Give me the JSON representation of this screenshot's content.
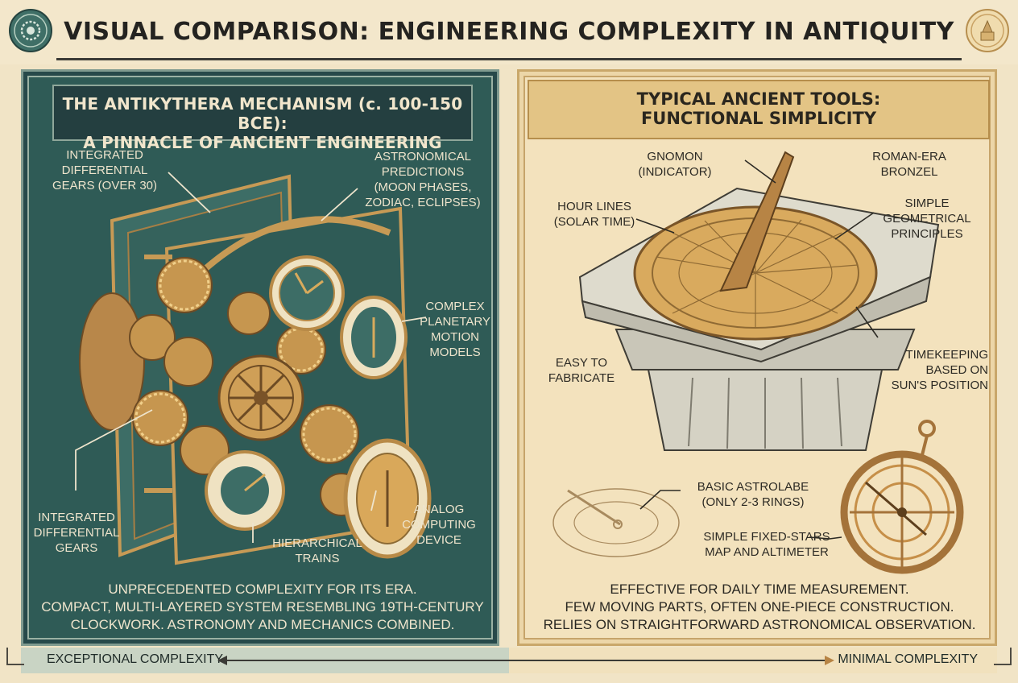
{
  "header": {
    "title": "VISUAL COMPARISON: ENGINEERING COMPLEXITY IN ANTIQUITY",
    "left_medallion_icon": "gear-medallion-icon",
    "right_medallion_icon": "sundial-medallion-icon"
  },
  "left_panel": {
    "title_line1": "THE ANTIKYTHERA MECHANISM (c. 100-150 BCE):",
    "title_line2": "A PINNACLE OF ANCIENT ENGINEERING",
    "labels": {
      "gears_top": [
        "INTEGRATED",
        "DIFFERENTIAL",
        "GEARS (OVER 30)"
      ],
      "astro": [
        "ASTRONOMICAL",
        "PREDICTIONS",
        "(MOON PHASES,",
        "ZODIAC, ECLIPSES)"
      ],
      "planetary": [
        "COMPLEX",
        "PLANETARY",
        "MOTION",
        "MODELS"
      ],
      "gears_bottom": [
        "INTEGRATED",
        "DIFFERENTIAL",
        "GEARS"
      ],
      "trains": [
        "HIERARCHICAL",
        "TRAINS"
      ],
      "analog": [
        "ANALOG",
        "COMPUTING",
        "DEVICE"
      ]
    },
    "summary": [
      "UNPRECEDENTED COMPLEXITY FOR ITS ERA.",
      "COMPACT, MULTI-LAYERED SYSTEM RESEMBLING 19TH-CENTURY",
      "CLOCKWORK. ASTRONOMY AND MECHANICS COMBINED."
    ]
  },
  "right_panel": {
    "title_line1": "TYPICAL ANCIENT TOOLS:",
    "title_line2": "FUNCTIONAL SIMPLICITY",
    "labels": {
      "gnomon": [
        "GNOMON",
        "(INDICATOR)"
      ],
      "roman": [
        "ROMAN-ERA",
        "BRONZEL"
      ],
      "hour": [
        "HOUR LINES",
        "(SOLAR TIME)"
      ],
      "geom": [
        "SIMPLE",
        "GEOMETRICAL",
        "PRINCIPLES"
      ],
      "easy": [
        "EASY TO",
        "FABRICATE"
      ],
      "timekeeping": [
        "TIMEKEEPING",
        "BASED ON",
        "SUN'S POSITION"
      ],
      "astrolabe": [
        "BASIC ASTROLABE",
        "(ONLY 2-3 RINGS)"
      ],
      "stars": [
        "SIMPLE FIXED-STARS",
        "MAP AND ALTIMETER"
      ]
    },
    "summary": [
      "EFFECTIVE FOR DAILY TIME MEASUREMENT.",
      "FEW MOVING PARTS, OFTEN ONE-PIECE CONSTRUCTION.",
      "RELIES ON STRAIGHTFORWARD ASTRONOMICAL OBSERVATION."
    ]
  },
  "footer": {
    "left": "EXCEPTIONAL COMPLEXITY",
    "right": "MINIMAL COMPLEXITY"
  },
  "colors": {
    "left_panel_bg": "#2f5b56",
    "right_panel_bg": "#f3e2bd",
    "bronze": "#c2914a",
    "dark_line": "#2b2b28"
  }
}
